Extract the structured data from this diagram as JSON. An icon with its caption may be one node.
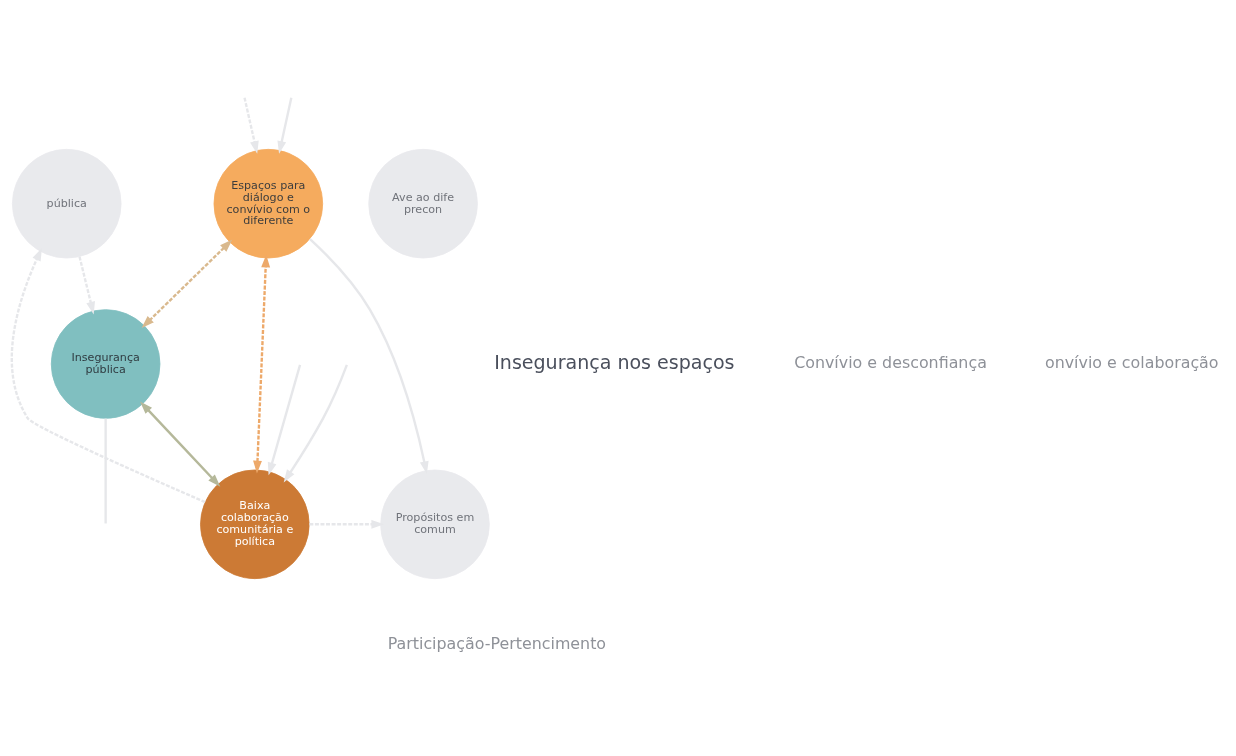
{
  "diagram": {
    "nodes": [
      {
        "text": [
          "Espaços para diálogo e convívio com o diferente"
        ]
      },
      {
        "text": [
          "Insegurança pública"
        ]
      },
      {
        "text": [
          "Baixa colaboração comunitária e política"
        ]
      },
      {
        "text": [
          "pública"
        ]
      },
      {
        "text": [
          "Ave ao dife precon"
        ]
      },
      {
        "text": [
          "Propósitos em comum"
        ]
      }
    ],
    "edges": [
      {
        "from": 0,
        "to": 1,
        "arrow": "both",
        "style": "dashed",
        "color": "#d9b98e"
      },
      {
        "from": 2,
        "to": 0,
        "arrow": "both",
        "style": "dashed",
        "color": "#eda96a"
      },
      {
        "from": 1,
        "to": 2,
        "arrow": "both",
        "color": "#b5b89a"
      },
      {
        "from": 3,
        "to": 1,
        "arrow": "to",
        "style": "dashed",
        "color": "#e6e7ea"
      },
      {
        "from": 2,
        "to": 3,
        "arrow": "to",
        "style": "dashed",
        "color": "#e6e7ea"
      },
      {
        "from": 2,
        "to": 5,
        "arrow": "to",
        "style": "dashed",
        "color": "#e6e7ea"
      },
      {
        "from": 0,
        "to": 5,
        "arrow": "to",
        "color": "#e6e7ea"
      },
      {
        "from": null,
        "to": 0,
        "arrow": "to",
        "style": "dashed",
        "color": "#e6e7ea"
      },
      {
        "from": null,
        "to": 0,
        "arrow": "to",
        "color": "#e6e7ea"
      },
      {
        "from": null,
        "to": 2,
        "arrow": "to",
        "color": "#e6e7ea"
      },
      {
        "from": null,
        "to": 2,
        "arrow": "to",
        "color": "#e6e7ea"
      },
      {
        "from": 1,
        "to": null,
        "arrow": "none",
        "color": "#e6e7ea"
      }
    ],
    "labels": [
      "Convívio e desconfiança",
      "onvívio e colaboração",
      "Insegurança nos espaços",
      "Participação-Pertencimento"
    ]
  }
}
